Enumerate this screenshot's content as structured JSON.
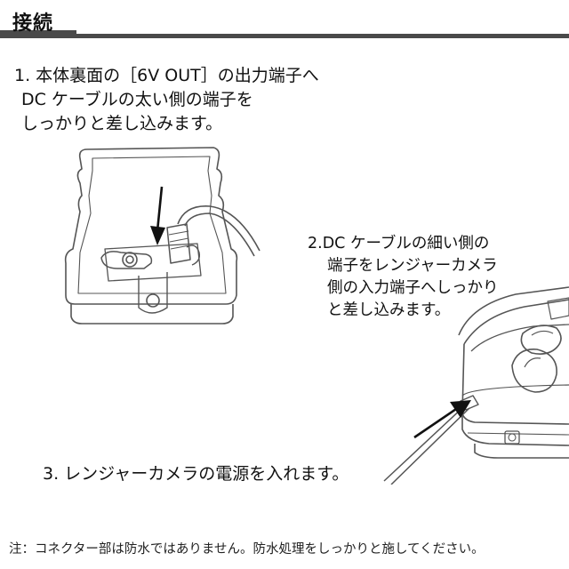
{
  "header": {
    "title": "接続"
  },
  "steps": [
    {
      "lines": [
        "1. 本体裏面の［6V OUT］の出力端子へ",
        "DC ケーブルの太い側の端子を",
        "しっかりと差し込みます。"
      ]
    },
    {
      "lines": [
        "2.DC ケーブルの細い側の",
        "端子をレンジャーカメラ",
        "側の入力端子へしっかり",
        "と差し込みます。"
      ]
    },
    {
      "lines": [
        "3. レンジャーカメラの電源を入れます。"
      ]
    }
  ],
  "footnote": "注：コネクター部は防水ではありません。防水処理をしっかりと施してください。",
  "icons": [
    "battery-pack-illustration",
    "ranger-camera-illustration",
    "down-arrow-icon",
    "diagonal-arrow-icon"
  ],
  "colors": {
    "header_bar": "#4a4a4a",
    "line_art": "#555555"
  }
}
